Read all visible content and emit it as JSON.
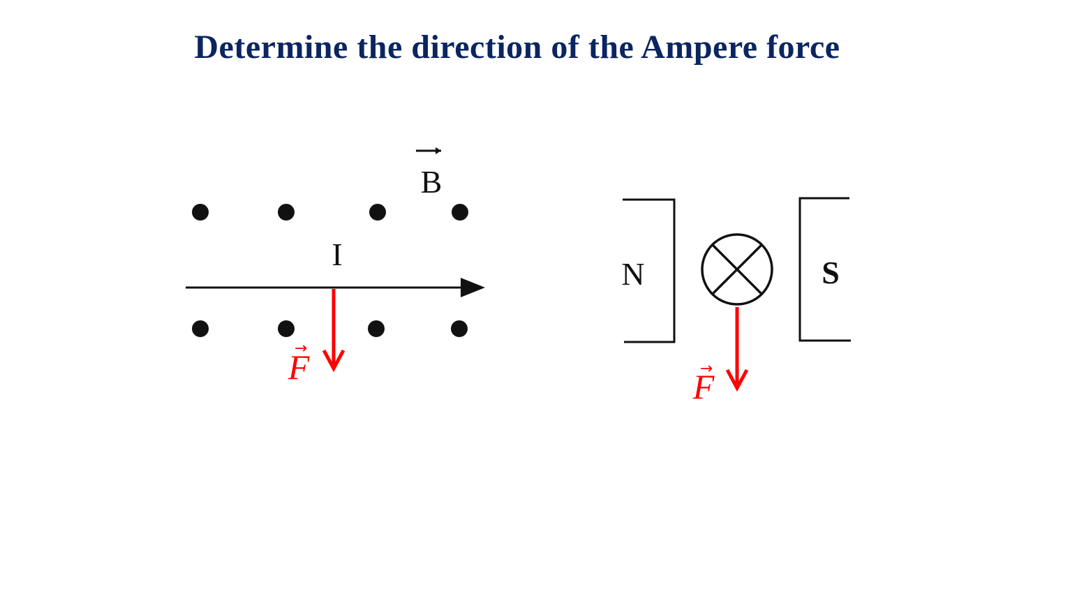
{
  "title": "Determine the direction of the Ampere force",
  "colors": {
    "title": "#0b2560",
    "ink": "#111111",
    "force": "#ff0000"
  },
  "diagram_left": {
    "field_label": "B",
    "current_label": "I",
    "force_label": "F",
    "field_direction": "out-of-page",
    "force_direction": "down"
  },
  "diagram_right": {
    "pole_left": "N",
    "pole_right": "S",
    "current_direction": "into-page",
    "force_label": "F",
    "force_direction": "down"
  }
}
